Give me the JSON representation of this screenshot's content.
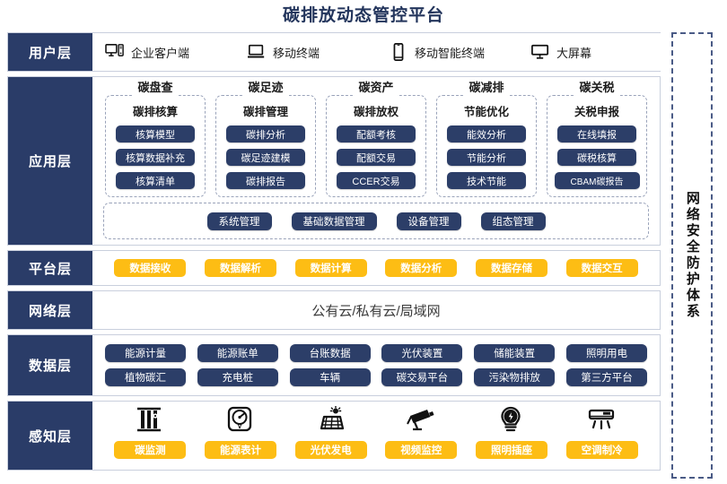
{
  "title": "碳排放动态管控平台",
  "security_bar": {
    "label": "网络安全防护体系"
  },
  "layers": {
    "user": {
      "label": "用户层",
      "items": [
        {
          "icon": "desktop-pc-icon",
          "label": "企业客户端"
        },
        {
          "icon": "laptop-icon",
          "label": "移动终端"
        },
        {
          "icon": "smartphone-icon",
          "label": "移动智能终端"
        },
        {
          "icon": "monitor-icon",
          "label": "大屏幕"
        }
      ]
    },
    "application": {
      "label": "应用层",
      "columns": [
        {
          "title": "碳盘查",
          "subtitle": "碳排核算",
          "items": [
            "核算模型",
            "核算数据补充",
            "核算清单"
          ]
        },
        {
          "title": "碳足迹",
          "subtitle": "碳排管理",
          "items": [
            "碳排分析",
            "碳足迹建模",
            "碳排报告"
          ]
        },
        {
          "title": "碳资产",
          "subtitle": "碳排放权",
          "items": [
            "配额考核",
            "配额交易",
            "CCER交易"
          ]
        },
        {
          "title": "碳减排",
          "subtitle": "节能优化",
          "items": [
            "能效分析",
            "节能分析",
            "技术节能"
          ]
        },
        {
          "title": "碳关税",
          "subtitle": "关税申报",
          "items": [
            "在线填报",
            "碳税核算",
            "CBAM碳报告"
          ]
        }
      ],
      "management": [
        "系统管理",
        "基础数据管理",
        "设备管理",
        "组态管理"
      ]
    },
    "platform": {
      "label": "平台层",
      "items": [
        "数据接收",
        "数据解析",
        "数据计算",
        "数据分析",
        "数据存储",
        "数据交互"
      ]
    },
    "network": {
      "label": "网络层",
      "text": "公有云/私有云/局域网"
    },
    "data": {
      "label": "数据层",
      "row1": [
        "能源计量",
        "能源账单",
        "台账数据",
        "光伏装置",
        "储能装置",
        "照明用电"
      ],
      "row2": [
        "植物碳汇",
        "充电桩",
        "车辆",
        "碳交易平台",
        "污染物排放",
        "第三方平台"
      ]
    },
    "sense": {
      "label": "感知层",
      "items": [
        {
          "icon": "carbon-sensor-icon",
          "label": "碳监测"
        },
        {
          "icon": "energy-meter-icon",
          "label": "能源表计"
        },
        {
          "icon": "solar-panel-icon",
          "label": "光伏发电"
        },
        {
          "icon": "cctv-camera-icon",
          "label": "视频监控"
        },
        {
          "icon": "lightbulb-icon",
          "label": "照明插座"
        },
        {
          "icon": "air-conditioner-icon",
          "label": "空调制冷"
        }
      ]
    }
  },
  "colors": {
    "navy": "#2c3e68",
    "title_navy": "#23355c",
    "yellow": "#fdbd14",
    "dashed_border": "#9aa3ba",
    "frame_border": "#c9cfdd"
  }
}
